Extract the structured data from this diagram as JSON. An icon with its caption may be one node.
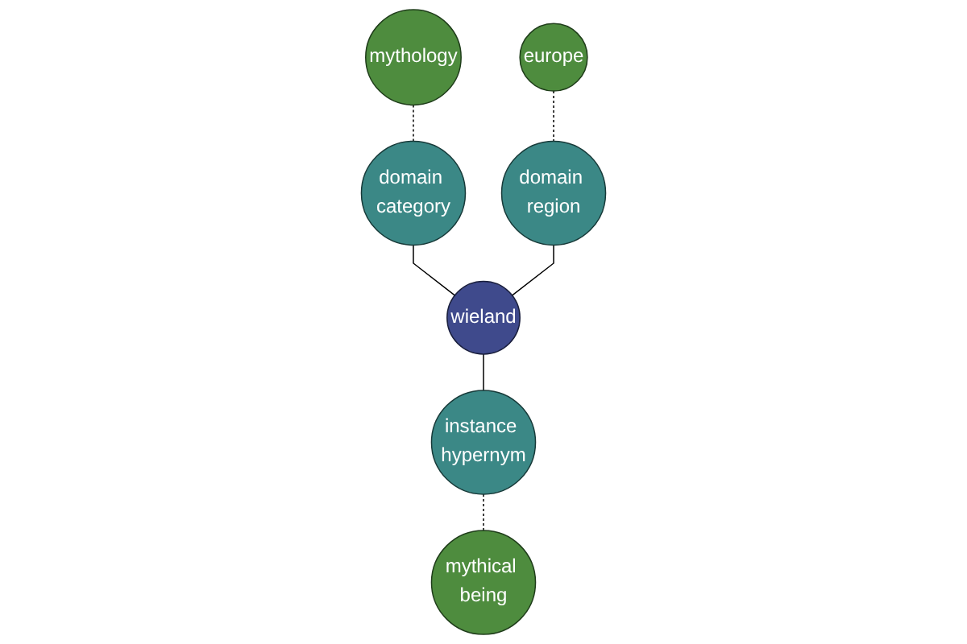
{
  "diagram": {
    "nodes": [
      {
        "text": [
          "mythology"
        ]
      },
      {
        "text": [
          "europe"
        ]
      },
      {
        "text": [
          "domain category"
        ]
      },
      {
        "text": [
          "domain region"
        ]
      },
      {
        "text": [
          "wieland"
        ]
      },
      {
        "text": [
          "instance hypernym"
        ]
      },
      {
        "text": [
          "mythical being"
        ]
      }
    ],
    "edges": [
      {
        "from": 0,
        "to": 2,
        "arrow": "none",
        "style": "dashed"
      },
      {
        "from": 1,
        "to": 3,
        "arrow": "none",
        "style": "dashed"
      },
      {
        "from": 2,
        "to": 4,
        "arrow": "none"
      },
      {
        "from": 3,
        "to": 4,
        "arrow": "none"
      },
      {
        "from": 4,
        "to": 5,
        "arrow": "none"
      },
      {
        "from": 5,
        "to": 6,
        "arrow": "none",
        "style": "dashed"
      }
    ]
  }
}
